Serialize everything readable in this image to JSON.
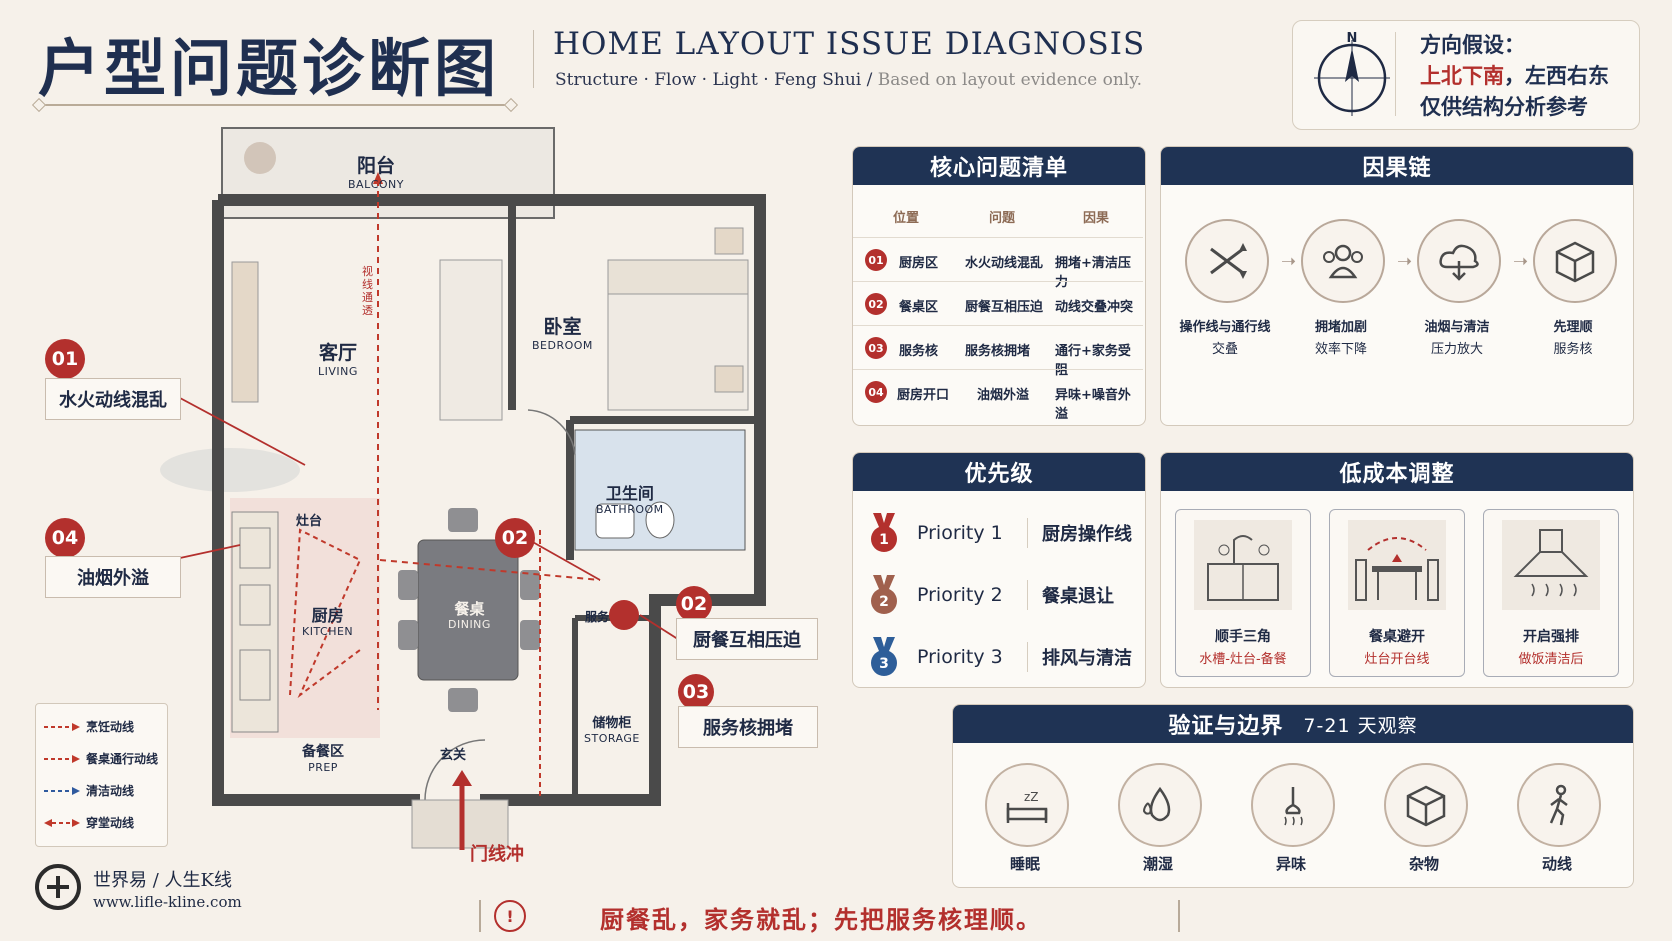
{
  "header": {
    "title_cn": "户型问题诊断图",
    "title_en": "HOME LAYOUT ISSUE DIAGNOSIS",
    "subtitle": "Structure · Flow · Light · Feng Shui  /",
    "subtitle_note": "Based on layout evidence only."
  },
  "compass": {
    "north": "N",
    "line1": "方向假设：",
    "line2_red": "上北下南",
    "line2_rest": "，左西右东",
    "line3": "仅供结构分析参考"
  },
  "plan": {
    "rooms": {
      "balcony": "阳台",
      "balcony_en": "BALCONY",
      "living": "客厅",
      "living_en": "LIVING",
      "bedroom": "卧室",
      "bedroom_en": "BEDROOM",
      "bathroom": "卫生间",
      "bathroom_en": "BATHROOM",
      "kitchen": "厨房",
      "kitchen_en": "KITCHEN",
      "dining": "餐桌",
      "dining_en": "DINING",
      "prep": "备餐区",
      "prep_en": "PREP",
      "storage": "储物柜",
      "storage_en": "STORAGE",
      "counter": "灶台",
      "entry": "玄关",
      "service": "服务核",
      "door_axis": "门线冲",
      "vertical_note": "视线通透"
    },
    "callouts": [
      {
        "num": "01",
        "text": "水火动线混乱"
      },
      {
        "num": "04",
        "text": "油烟外溢"
      },
      {
        "num": "02",
        "text": "厨餐互相压迫"
      },
      {
        "num": "03",
        "text": "服务核拥堵"
      }
    ],
    "legend": [
      {
        "label": "烹饪动线",
        "color": "#c0392b"
      },
      {
        "label": "餐桌通行动线",
        "color": "#c0392b"
      },
      {
        "label": "清洁动线",
        "color": "#2f5a9e"
      },
      {
        "label": "穿堂动线",
        "color": "#c0392b"
      }
    ]
  },
  "brand": {
    "name": "世界易 / 人生K线",
    "url": "www.lifle-kline.com"
  },
  "issues": {
    "title": "核心问题清单",
    "headers": [
      "位置",
      "问题",
      "因果"
    ],
    "rows": [
      {
        "num": "01",
        "loc": "厨房区",
        "issue": "水火动线混乱",
        "effect": "拥堵+清洁压力"
      },
      {
        "num": "02",
        "loc": "餐桌区",
        "issue": "厨餐互相压迫",
        "effect": "动线交叠冲突"
      },
      {
        "num": "03",
        "loc": "服务核",
        "issue": "服务核拥堵",
        "effect": "通行+家务受阻"
      },
      {
        "num": "04",
        "loc": "厨房开口",
        "issue": "油烟外溢",
        "effect": "异味+噪音外溢"
      }
    ]
  },
  "chain": {
    "title": "因果链",
    "items": [
      {
        "icon": "crossing-arrows-icon",
        "line1": "操作线与通行线",
        "line2": "交叠"
      },
      {
        "icon": "people-icon",
        "line1": "拥堵加剧",
        "line2": "效率下降"
      },
      {
        "icon": "cloud-download-icon",
        "line1": "油烟与清洁",
        "line2": "压力放大"
      },
      {
        "icon": "cube-icon",
        "line1": "先理顺",
        "line2": "服务核"
      }
    ]
  },
  "priority": {
    "title": "优先级",
    "items": [
      {
        "rank": "1",
        "label": "Priority 1",
        "action": "厨房操作线",
        "color": "#b3302d"
      },
      {
        "rank": "2",
        "label": "Priority 2",
        "action": "餐桌退让",
        "color": "#a0604d"
      },
      {
        "rank": "3",
        "label": "Priority 3",
        "action": "排风与清洁",
        "color": "#2e5e99"
      }
    ]
  },
  "adjust": {
    "title": "低成本调整",
    "items": [
      {
        "title": "顺手三角",
        "sub": "水槽-灶台-备餐"
      },
      {
        "title": "餐桌避开",
        "sub": "灶台开台线"
      },
      {
        "title": "开启强排",
        "sub": "做饭清洁后"
      }
    ]
  },
  "verify": {
    "title": "验证与边界",
    "period": "7-21 天观察",
    "items": [
      {
        "icon": "sleep-icon",
        "label": "睡眠"
      },
      {
        "icon": "humidity-icon",
        "label": "潮湿"
      },
      {
        "icon": "smell-icon",
        "label": "异味"
      },
      {
        "icon": "box-icon",
        "label": "杂物"
      },
      {
        "icon": "walking-icon",
        "label": "动线"
      }
    ]
  },
  "footer": {
    "icon": "!",
    "text": "厨餐乱，家务就乱；先把服务核理顺。"
  }
}
